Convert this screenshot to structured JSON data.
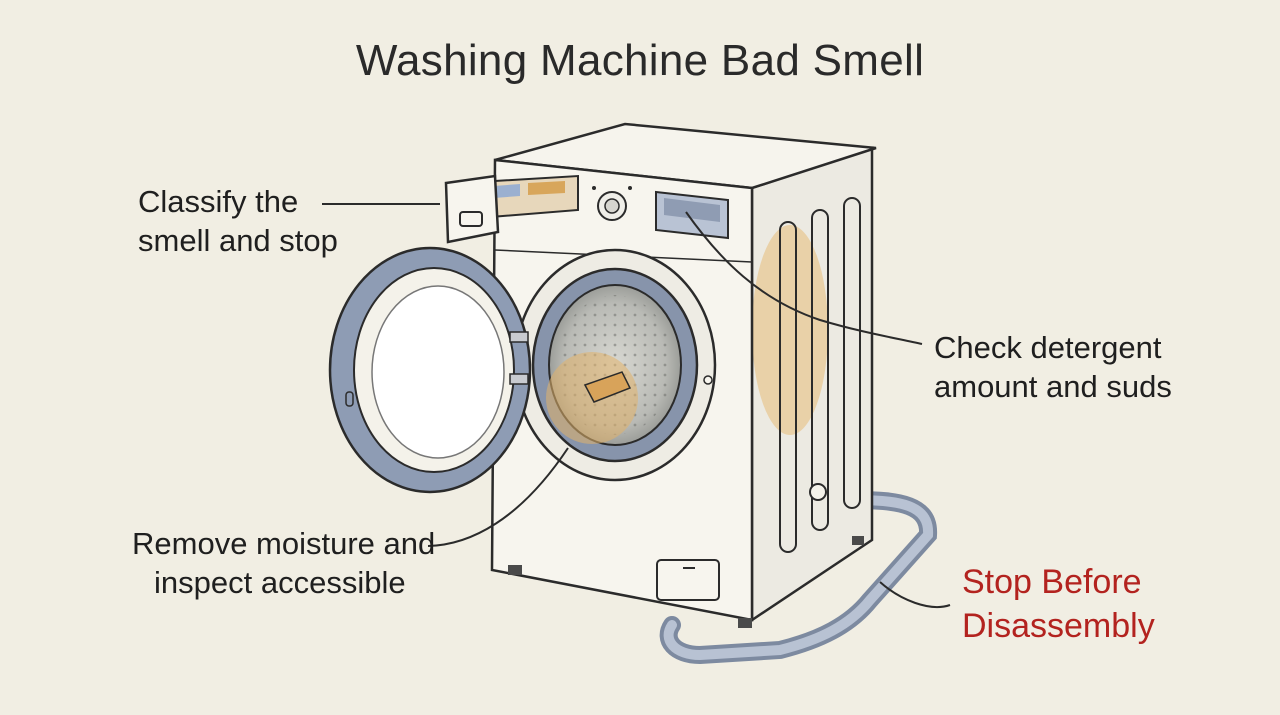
{
  "title": "Washing Machine Bad Smell",
  "callouts": {
    "classify": {
      "line1": "Classify the",
      "line2": "smell and stop"
    },
    "detergent": {
      "line1": "Check detergent",
      "line2": "amount and suds"
    },
    "moisture": {
      "line1": "Remove moisture and",
      "line2": "inspect accessible"
    },
    "stop": {
      "line1": "Stop Before",
      "line2": "Disassembly"
    }
  },
  "colors": {
    "background": "#f1eee3",
    "ink": "#2b2b2b",
    "warning": "#b3231f",
    "gasket": "#8e9cb4",
    "drum_accent": "#e2b36a"
  }
}
